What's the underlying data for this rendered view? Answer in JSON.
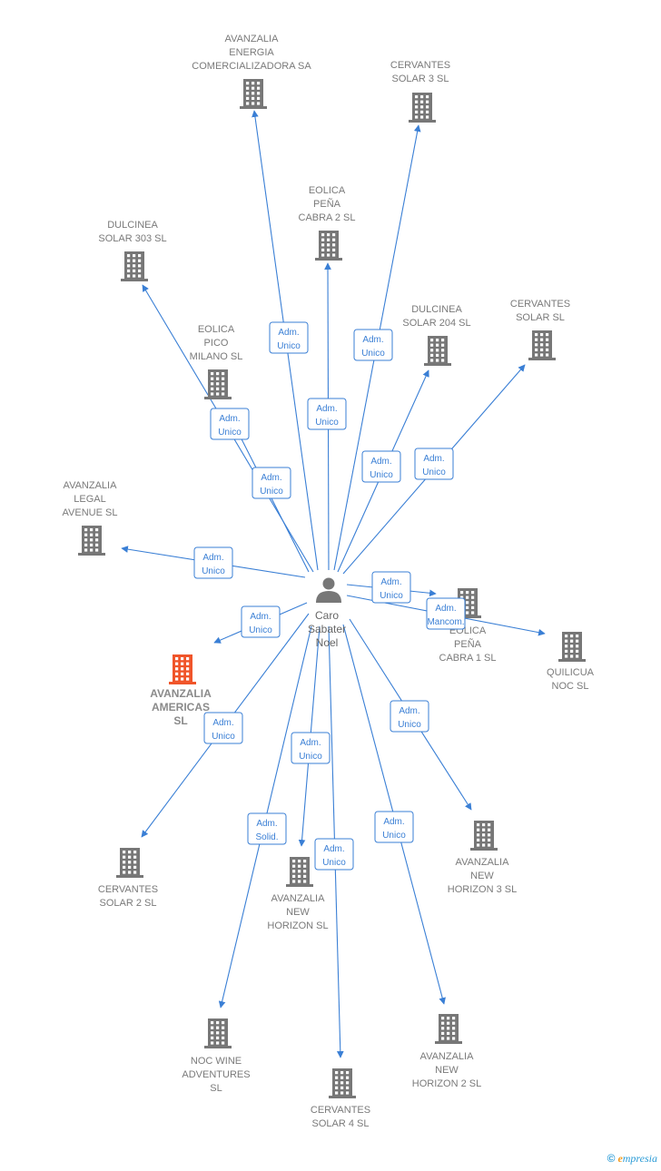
{
  "center": {
    "lines": [
      "Caro",
      "Sabater",
      "Noel"
    ]
  },
  "colors": {
    "edge": "#3a7fd5",
    "building": "#777777",
    "focus": "#f0552a"
  },
  "companies": [
    {
      "id": "avanzalia-energia",
      "lines": [
        "AVANZALIA",
        "ENERGIA",
        "COMERCIALIZADORA SA"
      ],
      "role": "Adm.|Unico"
    },
    {
      "id": "cervantes-solar-3",
      "lines": [
        "CERVANTES",
        "SOLAR 3  SL"
      ],
      "role": "Adm.|Unico"
    },
    {
      "id": "eolica-pena-cabra-2",
      "lines": [
        "EOLICA",
        "PEÑA",
        "CABRA 2 SL"
      ],
      "role": "Adm.|Unico"
    },
    {
      "id": "dulcinea-solar-303",
      "lines": [
        "DULCINEA",
        "SOLAR 303 SL"
      ],
      "role": "Adm.|Unico"
    },
    {
      "id": "eolica-pico-milano",
      "lines": [
        "EOLICA",
        "PICO",
        "MILANO SL"
      ],
      "role": "Adm.|Unico"
    },
    {
      "id": "dulcinea-solar-204",
      "lines": [
        "DULCINEA",
        "SOLAR 204 SL"
      ],
      "role": "Adm.|Unico"
    },
    {
      "id": "cervantes-solar",
      "lines": [
        "CERVANTES",
        "SOLAR  SL"
      ],
      "role": "Adm.|Unico"
    },
    {
      "id": "avanzalia-legal-avenue",
      "lines": [
        "AVANZALIA",
        "LEGAL",
        "AVENUE  SL"
      ],
      "role": "Adm.|Unico"
    },
    {
      "id": "eolica-pena-cabra-1",
      "lines": [
        "EOLICA",
        "PEÑA",
        "CABRA 1  SL"
      ],
      "role": "Adm.|Unico"
    },
    {
      "id": "quilicua-noc",
      "lines": [
        "QUILICUA",
        "NOC  SL"
      ],
      "role": "Adm.|Mancom."
    },
    {
      "id": "avanzalia-americas",
      "lines": [
        "AVANZALIA",
        "AMERICAS",
        "SL"
      ],
      "role": "Adm.|Unico",
      "focus": true
    },
    {
      "id": "cervantes-solar-2",
      "lines": [
        "CERVANTES",
        "SOLAR 2  SL"
      ],
      "role": "Adm.|Unico"
    },
    {
      "id": "avanzalia-new-horizon-3",
      "lines": [
        "AVANZALIA",
        "NEW",
        "HORIZON 3  SL"
      ],
      "role": "Adm.|Unico"
    },
    {
      "id": "avanzalia-new-horizon",
      "lines": [
        "AVANZALIA",
        "NEW",
        "HORIZON  SL"
      ],
      "role": "Adm.|Unico"
    },
    {
      "id": "noc-wine-adventures",
      "lines": [
        "NOC WINE",
        "ADVENTURES",
        "SL"
      ],
      "role": "Adm.|Solid."
    },
    {
      "id": "cervantes-solar-4",
      "lines": [
        "CERVANTES",
        "SOLAR 4  SL"
      ],
      "role": "Adm.|Unico"
    },
    {
      "id": "avanzalia-new-horizon-2",
      "lines": [
        "AVANZALIA",
        "NEW",
        "HORIZON 2  SL"
      ],
      "role": "Adm.|Unico"
    }
  ],
  "brand": {
    "copyright": "©",
    "name_first": "e",
    "name_rest": "mpresia"
  }
}
